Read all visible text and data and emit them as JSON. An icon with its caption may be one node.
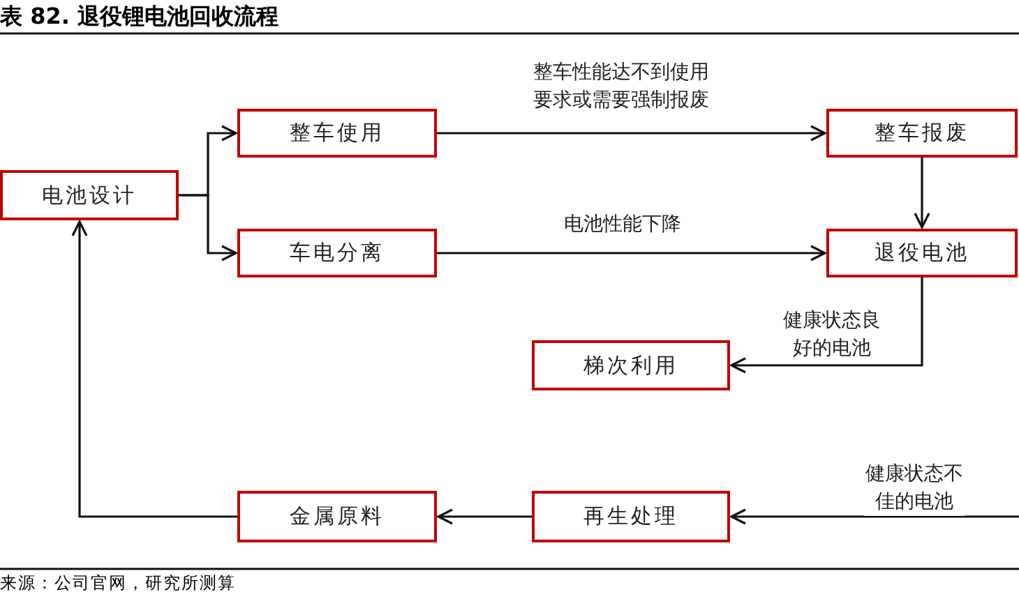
{
  "diagram": {
    "title": "表 82. 退役锂电池回收流程",
    "nodes": [
      {
        "text": [
          "电池设计"
        ]
      },
      {
        "text": [
          "整车使用"
        ]
      },
      {
        "text": [
          "车电分离"
        ]
      },
      {
        "text": [
          "整车报废"
        ]
      },
      {
        "text": [
          "退役电池"
        ]
      },
      {
        "text": [
          "梯次利用"
        ]
      },
      {
        "text": [
          "再生处理"
        ]
      },
      {
        "text": [
          "金属原料"
        ]
      }
    ],
    "edges": [
      {
        "from": 0,
        "to": 1,
        "arrow": "to"
      },
      {
        "from": 0,
        "to": 2,
        "arrow": "to"
      },
      {
        "from": 1,
        "to": 3,
        "arrow": "to",
        "label": "整车性能达不到使用要求或需要强制报废"
      },
      {
        "from": 2,
        "to": 4,
        "arrow": "to",
        "label": "电池性能下降"
      },
      {
        "from": 3,
        "to": 4,
        "arrow": "to"
      },
      {
        "from": 4,
        "to": 5,
        "arrow": "to",
        "label": "健康状态良好的电池"
      },
      {
        "from": null,
        "to": 6,
        "arrow": "to",
        "label": "健康状态不佳的电池"
      },
      {
        "from": 6,
        "to": 7,
        "arrow": "to"
      },
      {
        "from": 7,
        "to": 0,
        "arrow": "to"
      }
    ],
    "labels": [
      "来源：公司官网，研究所测算"
    ]
  }
}
